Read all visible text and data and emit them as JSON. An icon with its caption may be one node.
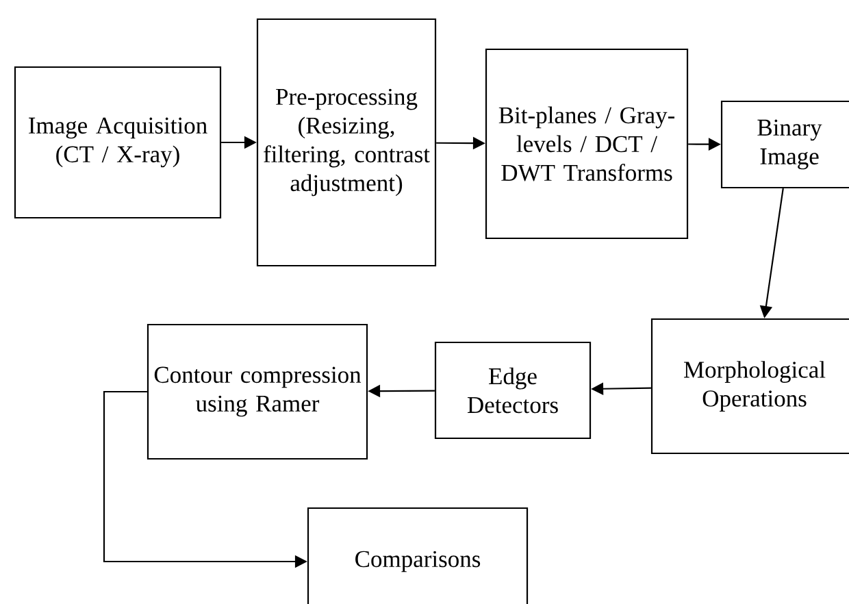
{
  "diagram": {
    "nodes": [
      {
        "text": [
          "Image Acquisition (CT / X-ray)"
        ]
      },
      {
        "text": [
          "Pre-processing (Resizing, filtering, contrast adjustment)"
        ]
      },
      {
        "text": [
          "Bit-planes / Gray-levels / DCT / DWT Transforms"
        ]
      },
      {
        "text": [
          "Binary Image"
        ]
      },
      {
        "text": [
          "Morphological Operations"
        ]
      },
      {
        "text": [
          "Edge Detectors"
        ]
      },
      {
        "text": [
          "Contour compression using Ramer"
        ]
      },
      {
        "text": [
          "Comparisons"
        ]
      }
    ],
    "edges": [
      {
        "from": 0,
        "to": 1,
        "arrow": "to"
      },
      {
        "from": 1,
        "to": 2,
        "arrow": "to"
      },
      {
        "from": 2,
        "to": 3,
        "arrow": "to"
      },
      {
        "from": 3,
        "to": 4,
        "arrow": "to"
      },
      {
        "from": 4,
        "to": 5,
        "arrow": "to"
      },
      {
        "from": 5,
        "to": 6,
        "arrow": "to"
      },
      {
        "from": 6,
        "to": 7,
        "arrow": "to"
      }
    ]
  }
}
